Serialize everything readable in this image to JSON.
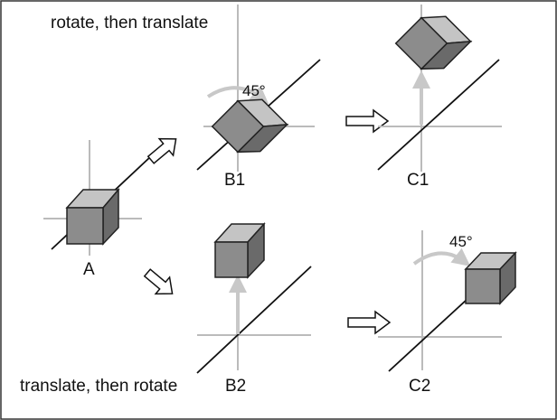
{
  "captions": {
    "top": "rotate, then translate",
    "bottom": "translate, then rotate"
  },
  "labels": {
    "a": "A",
    "b1": "B1",
    "c1": "C1",
    "b2": "B2",
    "c2": "C2"
  },
  "angles": {
    "b1": "45°",
    "c2": "45°"
  },
  "colors": {
    "axis_gray": "#bbbbbb",
    "diagonal": "#111111",
    "cube_front": "#8c8c8c",
    "cube_top": "#c4c4c4",
    "cube_side": "#6a6a6a",
    "arrow_gray": "#c8c8c8"
  }
}
